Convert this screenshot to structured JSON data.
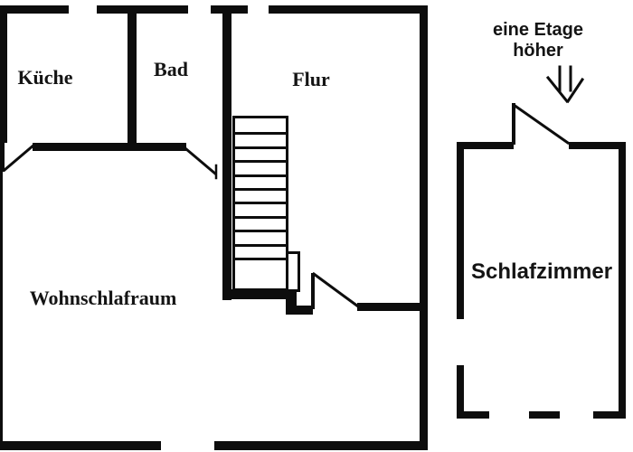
{
  "plan": {
    "background_color": "#ffffff",
    "wall_color": "#0d0d0d",
    "rooms": {
      "kueche": {
        "label": "Küche"
      },
      "bad": {
        "label": "Bad"
      },
      "flur": {
        "label": "Flur"
      },
      "wohnschlafraum": {
        "label": "Wohnschlafraum"
      },
      "schlafzimmer": {
        "label": "Schlafzimmer"
      }
    },
    "annotation": {
      "line1": "eine Etage",
      "line2": "höher"
    },
    "stairs": {
      "steps": 10
    },
    "icons": {
      "down_arrow": "double-line-down-arrow"
    }
  }
}
